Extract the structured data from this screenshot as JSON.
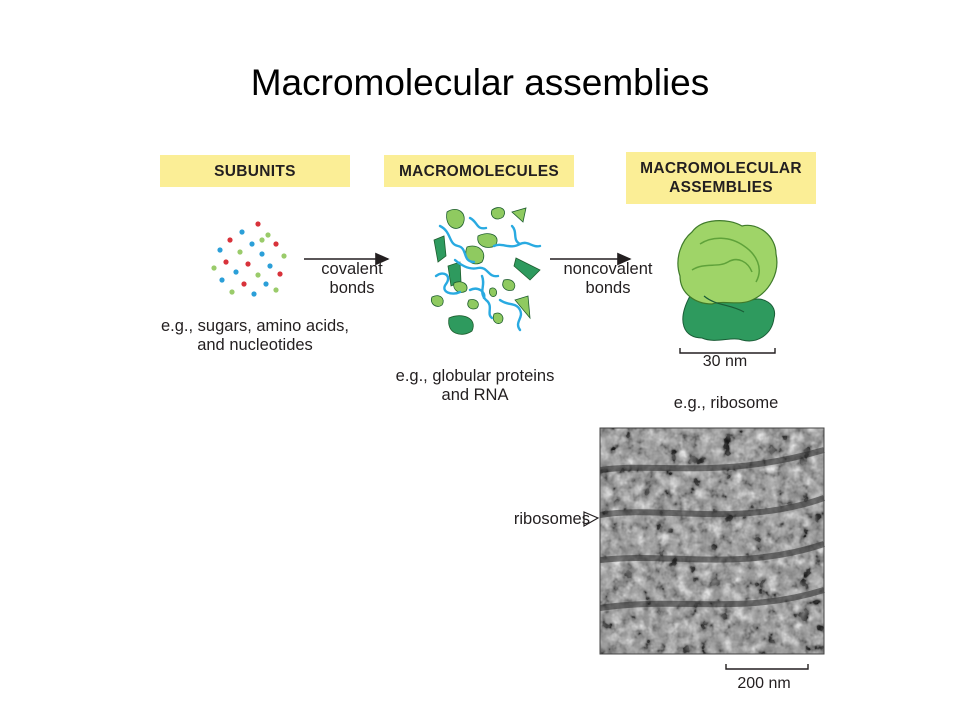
{
  "slide": {
    "title": "Macromolecular assemblies"
  },
  "stages": {
    "subunits": "SUBUNITS",
    "macromolecules": "MACROMOLECULES",
    "assemblies": "MACROMOLECULAR\nASSEMBLIES"
  },
  "arrows": {
    "first": "covalent\nbonds",
    "second": "noncovalent\nbonds"
  },
  "examples": {
    "subunits": "e.g., sugars, amino acids,\nand nucleotides",
    "macromolecules": "e.g., globular proteins\nand RNA",
    "assemblies": "e.g., ribosome"
  },
  "scale_bars": {
    "assembly": "30 nm",
    "micrograph": "200 nm"
  },
  "micrograph": {
    "pointer_label": "ribosomes"
  },
  "colors": {
    "box_fill": "#fbee96",
    "dot_blue": "#2b9fd8",
    "dot_red": "#d8323a",
    "dot_green": "#9acb6a",
    "light_green": "#8fca60",
    "dark_green": "#2e9a5e",
    "rna_blue": "#29aae1",
    "arrow": "#231f20"
  }
}
